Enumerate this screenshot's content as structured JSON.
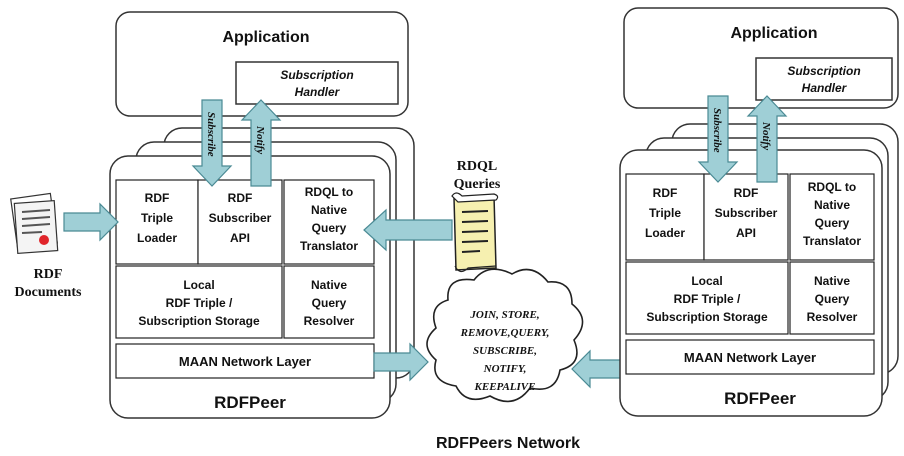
{
  "left_peer": {
    "application": "Application",
    "subscription_handler": [
      "Subscription",
      "Handler"
    ],
    "subscribe": "Subscribe",
    "notify": "Notify",
    "triple_loader": [
      "RDF",
      "Triple",
      "Loader"
    ],
    "subscriber_api": [
      "RDF",
      "Subscriber",
      "API"
    ],
    "translator": [
      "RDQL to",
      "Native",
      "Query",
      "Translator"
    ],
    "storage": [
      "Local",
      "RDF Triple /",
      "Subscription Storage"
    ],
    "resolver": [
      "Native",
      "Query",
      "Resolver"
    ],
    "network_layer": "MAAN Network Layer",
    "title": "RDFPeer"
  },
  "right_peer": {
    "application": "Application",
    "subscription_handler": [
      "Subscription",
      "Handler"
    ],
    "subscribe": "Subscribe",
    "notify": "Notify",
    "triple_loader": [
      "RDF",
      "Triple",
      "Loader"
    ],
    "subscriber_api": [
      "RDF",
      "Subscriber",
      "API"
    ],
    "translator": [
      "RDQL to",
      "Native",
      "Query",
      "Translator"
    ],
    "storage": [
      "Local",
      "RDF Triple /",
      "Subscription Storage"
    ],
    "resolver": [
      "Native",
      "Query",
      "Resolver"
    ],
    "network_layer": "MAAN Network Layer",
    "title": "RDFPeer"
  },
  "rdf_documents": [
    "RDF",
    "Documents"
  ],
  "rdql_queries": [
    "RDQL",
    "Queries"
  ],
  "network_messages": [
    "JOIN, STORE,",
    "REMOVE,QUERY,",
    "SUBSCRIBE,",
    "NOTIFY,",
    "KEEPALIVE"
  ],
  "network_title": "RDFPeers Network",
  "colors": {
    "arrow_fill": "#9fcfd6",
    "arrow_stroke": "#4a8a94"
  },
  "icons": {
    "documents": "document-stack-icon",
    "queries": "scroll-icon",
    "network": "cloud-icon"
  }
}
